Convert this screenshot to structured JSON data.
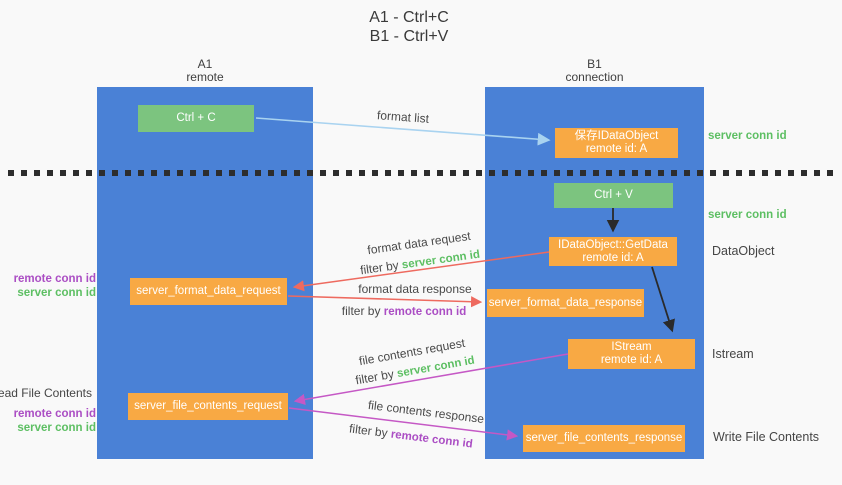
{
  "title": {
    "line1": "A1 - Ctrl+C",
    "line2": "B1 - Ctrl+V"
  },
  "columns": {
    "left": {
      "name": "A1",
      "subtitle": "remote"
    },
    "right": {
      "name": "B1",
      "subtitle": "connection"
    }
  },
  "boxes": {
    "ctrl_c": "Ctrl + C",
    "ctrl_v": "Ctrl + V",
    "save_idataobject": {
      "line1": "保存IDataObject",
      "line2": "remote id: A"
    },
    "getdata": {
      "line1": "IDataObject::GetData",
      "line2": "remote id: A"
    },
    "istream": {
      "line1": "IStream",
      "line2": "remote id: A"
    },
    "format_request": "server_format_data_request",
    "format_response": "server_format_data_response",
    "file_request": "server_file_contents_request",
    "file_response": "server_file_contents_response"
  },
  "labels": {
    "format_list": "format list",
    "format_data_request": "format data request",
    "format_data_response": "format data response",
    "file_contents_request": "file contents request",
    "file_contents_response": "file contents response",
    "filter_by": "filter by ",
    "server_conn_id": "server conn id",
    "remote_conn_id": "remote conn id",
    "read_file_contents": "Read File Contents",
    "write_file_contents": "Write File Contents",
    "dataobject": "DataObject",
    "istream_side": "Istream"
  },
  "colors": {
    "column_blue": "#4a81d6",
    "box_green": "#7cc47f",
    "box_orange": "#f8a944",
    "label_green": "#5dbf63",
    "label_purple": "#ab4ec4",
    "arrow_red": "#ee6a5f",
    "arrow_magenta": "#c558c5",
    "arrow_blue": "#a9d3f0",
    "arrow_black": "#2a2a2a"
  }
}
